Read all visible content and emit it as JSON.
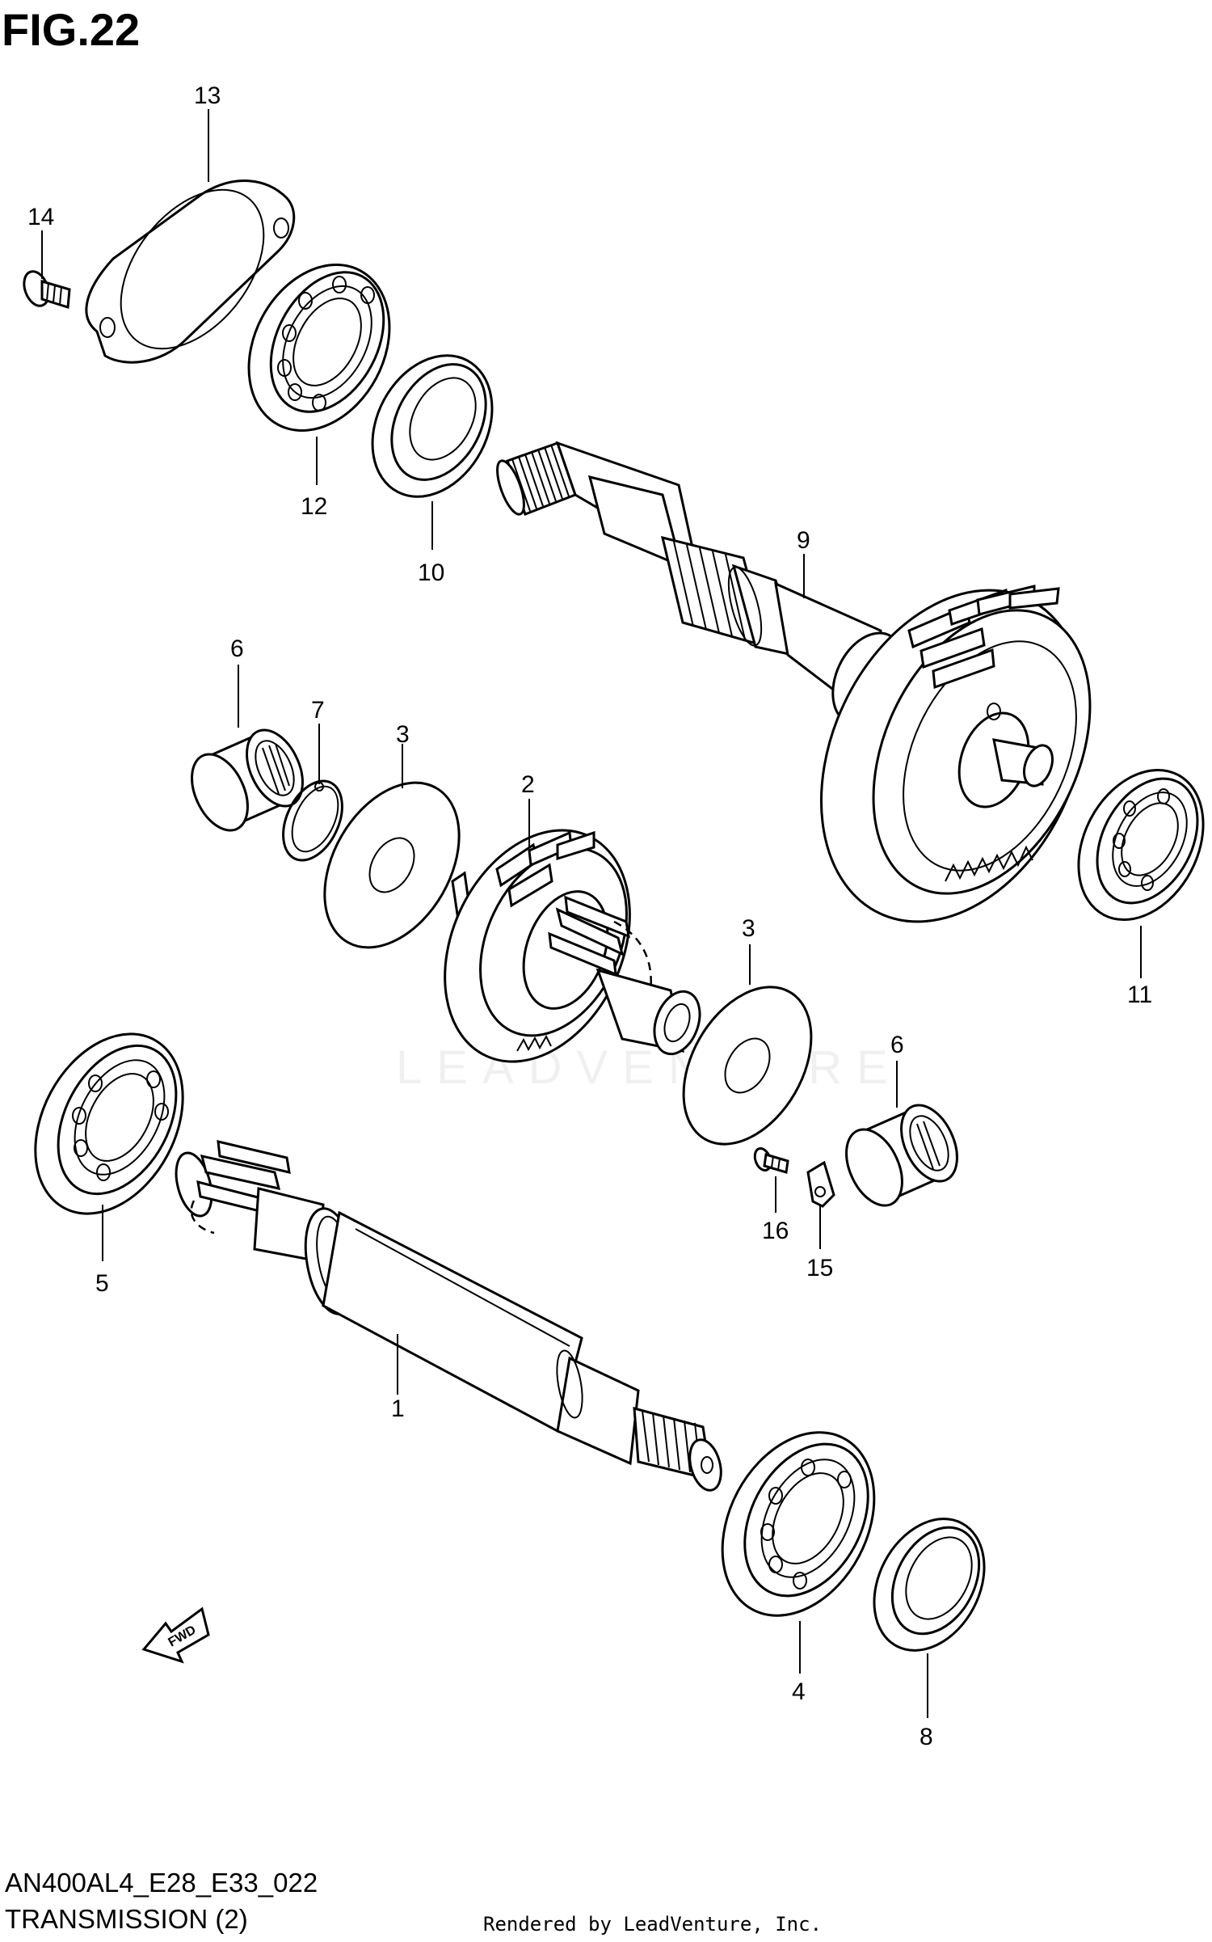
{
  "figure_title": "FIG.22",
  "model_code": "AN400AL4_E28_E33_022",
  "section_name": "TRANSMISSION (2)",
  "credit": "Rendered by LeadVenture, Inc.",
  "watermark": "LEADVENTURE",
  "fwd_label": "FWD",
  "callouts": {
    "c1": "1",
    "c2": "2",
    "c3a": "3",
    "c3b": "3",
    "c4": "4",
    "c5": "5",
    "c6a": "6",
    "c6b": "6",
    "c7": "7",
    "c8": "8",
    "c9": "9",
    "c10": "10",
    "c11": "11",
    "c12": "12",
    "c13": "13",
    "c14": "14",
    "c15": "15",
    "c16": "16"
  }
}
